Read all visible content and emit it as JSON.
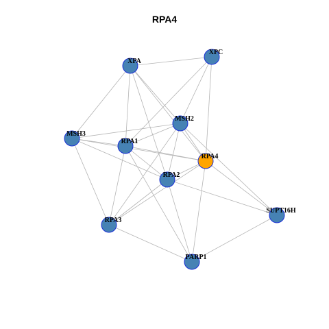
{
  "graph": {
    "title": "RPA4",
    "colors": {
      "node": "#4682b4",
      "node_stroke": "#1a2fd6",
      "focus_node": "#ffa500",
      "focus_stroke": "#1a2fd6",
      "edge": "#b4b4b4"
    },
    "focus": "RPA4",
    "nodes": [
      {
        "id": "XPA",
        "label": "XPA"
      },
      {
        "id": "XPC",
        "label": "XPC"
      },
      {
        "id": "MSH2",
        "label": "MSH2"
      },
      {
        "id": "MSH3",
        "label": "MSH3"
      },
      {
        "id": "RPA1",
        "label": "RPA1"
      },
      {
        "id": "RPA4",
        "label": "RPA4"
      },
      {
        "id": "RPA2",
        "label": "RPA2"
      },
      {
        "id": "SUPT16H",
        "label": "SUPT16H"
      },
      {
        "id": "RPA3",
        "label": "RPA3"
      },
      {
        "id": "PARP1",
        "label": "PARP1"
      }
    ],
    "edges": [
      [
        "XPA",
        "XPC"
      ],
      [
        "XPA",
        "MSH3"
      ],
      [
        "XPA",
        "RPA1"
      ],
      [
        "XPA",
        "MSH2"
      ],
      [
        "XPA",
        "RPA4"
      ],
      [
        "XPA",
        "RPA2"
      ],
      [
        "XPC",
        "MSH2"
      ],
      [
        "XPC",
        "RPA1"
      ],
      [
        "XPC",
        "RPA4"
      ],
      [
        "MSH3",
        "MSH2"
      ],
      [
        "MSH3",
        "RPA1"
      ],
      [
        "MSH3",
        "RPA4"
      ],
      [
        "MSH3",
        "RPA2"
      ],
      [
        "MSH3",
        "RPA3"
      ],
      [
        "MSH2",
        "RPA1"
      ],
      [
        "MSH2",
        "RPA4"
      ],
      [
        "MSH2",
        "RPA2"
      ],
      [
        "MSH2",
        "RPA3"
      ],
      [
        "MSH2",
        "SUPT16H"
      ],
      [
        "RPA1",
        "RPA4"
      ],
      [
        "RPA1",
        "RPA2"
      ],
      [
        "RPA1",
        "RPA3"
      ],
      [
        "RPA1",
        "PARP1"
      ],
      [
        "RPA4",
        "RPA2"
      ],
      [
        "RPA4",
        "RPA3"
      ],
      [
        "RPA4",
        "PARP1"
      ],
      [
        "RPA4",
        "SUPT16H"
      ],
      [
        "RPA2",
        "RPA3"
      ],
      [
        "RPA2",
        "PARP1"
      ],
      [
        "RPA2",
        "SUPT16H"
      ],
      [
        "RPA3",
        "PARP1"
      ],
      [
        "PARP1",
        "SUPT16H"
      ]
    ]
  }
}
